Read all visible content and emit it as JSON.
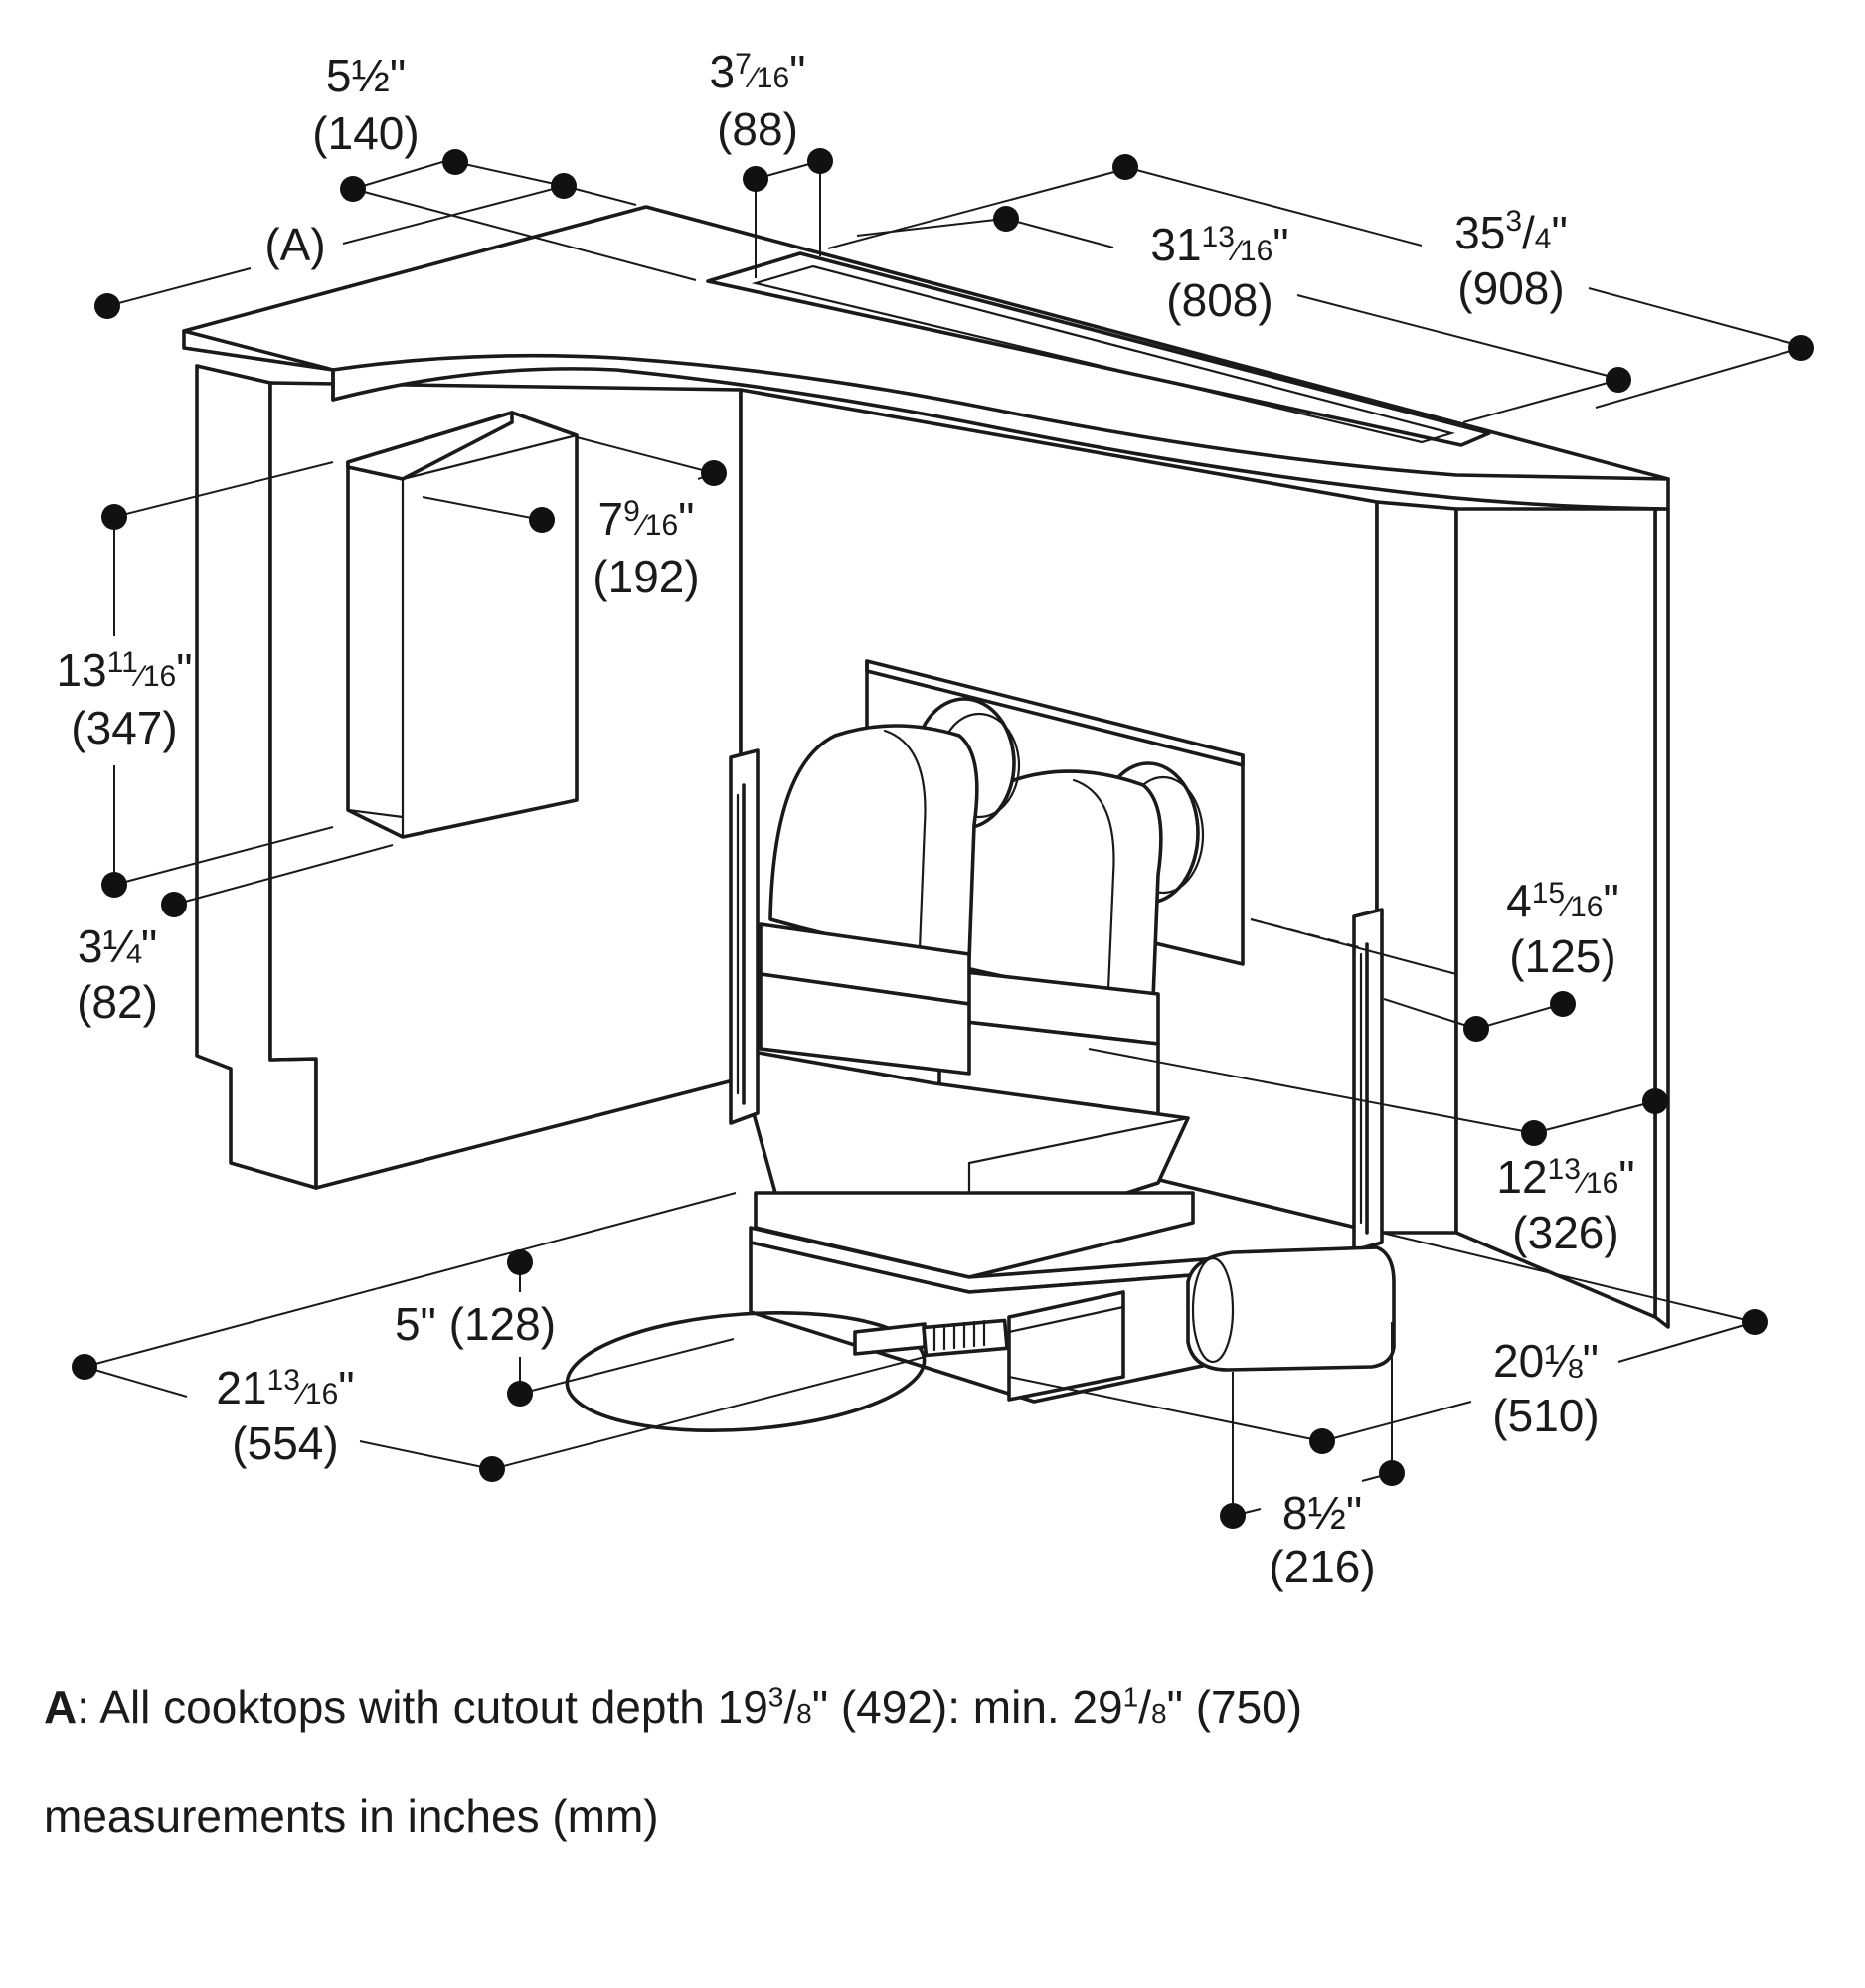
{
  "labels": {
    "A_marker": "(A)",
    "d1": {
      "whole": "5",
      "frac": "½",
      "unit": "\"",
      "mm": "(140)"
    },
    "d2": {
      "whole": "3",
      "num": "7",
      "den": "16",
      "unit": "\"",
      "mm": "(88)"
    },
    "d3": {
      "whole": "31",
      "num": "13",
      "den": "16",
      "unit": "\"",
      "mm": "(808)"
    },
    "d4": {
      "whole": "35",
      "num": "3",
      "den": "4",
      "unit": "\"",
      "mm": "(908)"
    },
    "d5": {
      "whole": "7",
      "num": "9",
      "den": "16",
      "unit": "\"",
      "mm": "(192)"
    },
    "d6": {
      "whole": "13",
      "num": "11",
      "den": "16",
      "unit": "\"",
      "mm": "(347)"
    },
    "d7": {
      "whole": "3",
      "frac": "¼",
      "unit": "\"",
      "mm": "(82)"
    },
    "d8": {
      "whole": "4",
      "num": "15",
      "den": "16",
      "unit": "\"",
      "mm": "(125)"
    },
    "d9": {
      "whole": "12",
      "num": "13",
      "den": "16",
      "unit": "\"",
      "mm": "(326)"
    },
    "d10": {
      "text": "5\" (128)"
    },
    "d11": {
      "whole": "21",
      "num": "13",
      "den": "16",
      "unit": "\"",
      "mm": "(554)"
    },
    "d12": {
      "whole": "20",
      "frac": "⅛",
      "unit": "\"",
      "mm": "(510)"
    },
    "d13": {
      "whole": "8",
      "frac": "½",
      "unit": "\"",
      "mm": "(216)"
    }
  },
  "footnote": {
    "key": "A",
    "p1": ":  All cooktops with cutout depth 19",
    "sup1": "3",
    "p2": "/",
    "den1": "8",
    "p3": "\" (492): min. 29",
    "sup2": "1",
    "p4": "/",
    "den2": "8",
    "p5": "\" (750)"
  },
  "units_note": "measurements in inches (mm)"
}
